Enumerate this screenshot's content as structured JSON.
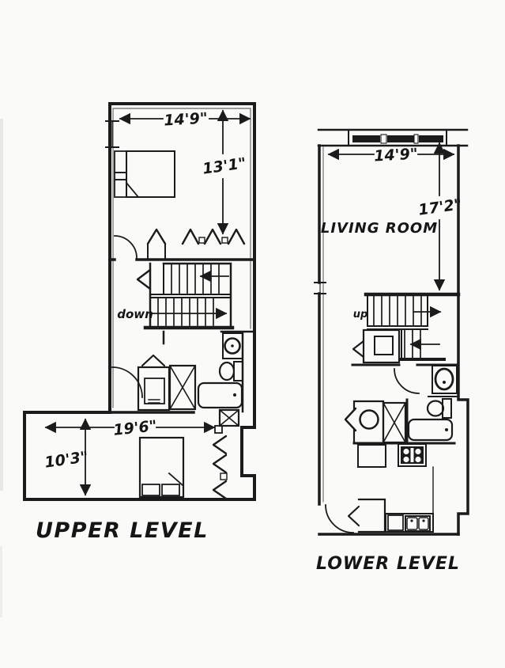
{
  "colors": {
    "ink": "#1b1b1b",
    "paper": "#fafaf8"
  },
  "upper_level": {
    "title": "UPPER LEVEL",
    "stair_label": "down",
    "dim_bedroom1_width": "14'9\"",
    "dim_bedroom1_depth": "13'1\"",
    "dim_bedroom2_width": "19'6\"",
    "dim_bedroom2_depth": "10'3\""
  },
  "lower_level": {
    "title": "LOWER LEVEL",
    "room_label": "LIVING ROOM",
    "stair_label": "up",
    "dim_living_width": "14'9\"",
    "dim_living_depth": "17'2\""
  }
}
